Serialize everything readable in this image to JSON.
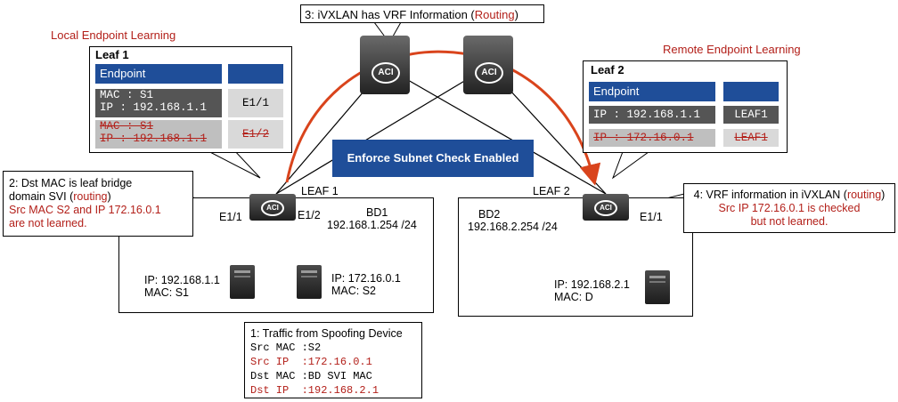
{
  "titles": {
    "local": "Local Endpoint Learning",
    "remote": "Remote Endpoint Learning"
  },
  "callout3": {
    "prefix": "3: iVXLAN has VRF Information (",
    "highlight": "Routing",
    "suffix": ")"
  },
  "enforce": "Enforce Subnet Check Enabled",
  "leaf1_table": {
    "title": "Leaf 1",
    "header": "Endpoint",
    "rows": [
      {
        "mac": "MAC : S1",
        "ip": "IP  : 192.168.1.1",
        "port": "E1/1"
      },
      {
        "mac": "MAC : S1",
        "ip": "IP  : 192.168.1.1",
        "port": "E1/2"
      }
    ]
  },
  "leaf2_table": {
    "title": "Leaf 2",
    "header": "Endpoint",
    "rows": [
      {
        "ip": "IP : 192.168.1.1",
        "loc": "LEAF1"
      },
      {
        "ip": "IP : 172.16.0.1",
        "loc": "LEAF1"
      }
    ]
  },
  "callout2": {
    "line1": "2: Dst  MAC is leaf bridge",
    "line2_prefix": "domain SVI (",
    "line2_highlight": "routing",
    "line2_suffix": ")",
    "line3": "Src MAC S2 and IP 172.16.0.1",
    "line4": "are not learned."
  },
  "callout4": {
    "line1_prefix": "4: VRF information in iVXLAN (",
    "line1_highlight": "routing",
    "line1_suffix": ")",
    "line2": "Src IP 172.16.0.1 is checked",
    "line3": "but not learned."
  },
  "leaf1": {
    "name": "LEAF 1",
    "port_left": "E1/1",
    "port_right": "E1/2",
    "bd": "BD1",
    "subnet": "192.168.1.254 /24",
    "host1_ip": "IP: 192.168.1.1",
    "host1_mac": "MAC: S1",
    "host2_ip": "IP: 172.16.0.1",
    "host2_mac": "MAC: S2"
  },
  "leaf2": {
    "name": "LEAF 2",
    "port": "E1/1",
    "bd": "BD2",
    "subnet": "192.168.2.254 /24",
    "host_ip": "IP: 192.168.2.1",
    "host_mac": "MAC: D"
  },
  "traffic": {
    "title": "1: Traffic from Spoofing Device",
    "lines": [
      "Src MAC :S2",
      "Src IP  :172.16.0.1",
      "Dst MAC :BD SVI MAC",
      "Dst IP  :192.168.2.1"
    ]
  },
  "aci_label": "ACI",
  "colors": {
    "accent_red": "#b3201a",
    "table_blue": "#1f4e99",
    "arrow": "#d9441c"
  }
}
